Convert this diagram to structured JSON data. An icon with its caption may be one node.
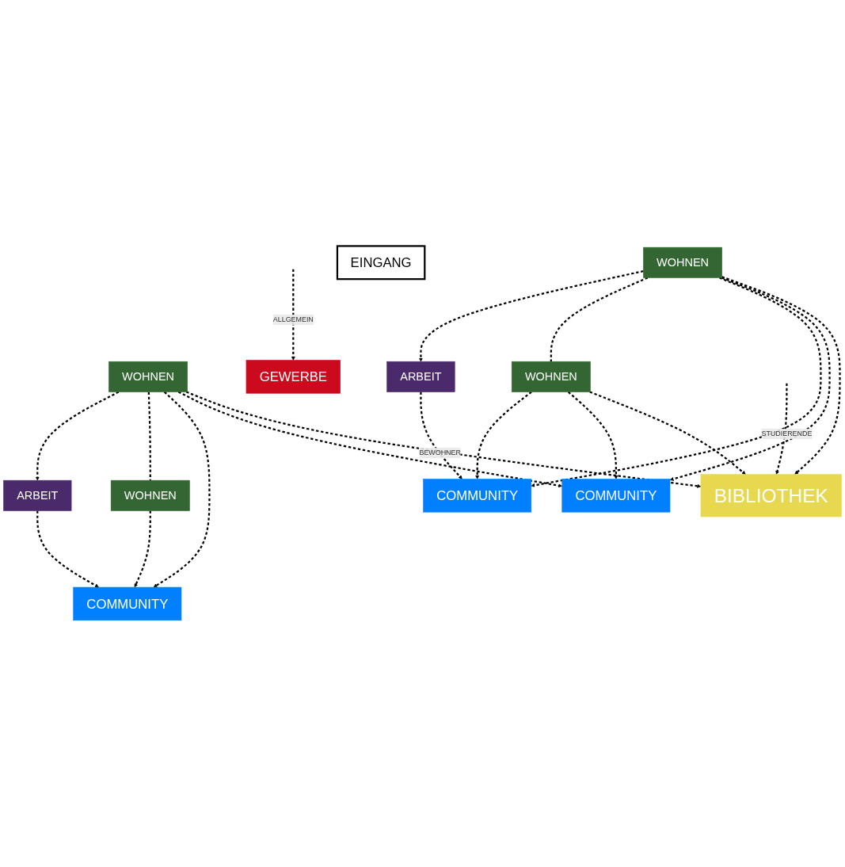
{
  "diagram": {
    "nodes": [
      {
        "text": [
          "WOHNEN"
        ]
      },
      {
        "text": [
          "ARBEIT"
        ]
      },
      {
        "text": [
          "WOHNEN"
        ]
      },
      {
        "text": [
          "COMMUNITY"
        ]
      },
      {
        "text": [
          "WOHNEN"
        ]
      },
      {
        "text": [
          "ARBEIT"
        ]
      },
      {
        "text": [
          "WOHNEN"
        ]
      },
      {
        "text": [
          "COMMUNITY"
        ]
      },
      {
        "text": [
          "COMMUNITY"
        ]
      },
      {
        "text": [
          "BIBLIOTHEK"
        ]
      },
      {
        "text": [
          "EINGANG"
        ]
      },
      {
        "text": [
          "GEWERBE"
        ]
      }
    ],
    "edges": [
      {
        "from": 0,
        "to": 1,
        "arrow": "to",
        "style": "dashed"
      },
      {
        "from": 0,
        "to": 2,
        "arrow": "none",
        "style": "dashed"
      },
      {
        "from": 0,
        "to": 3,
        "arrow": "to",
        "style": "dashed"
      },
      {
        "from": 1,
        "to": 3,
        "arrow": "to",
        "style": "dashed"
      },
      {
        "from": 2,
        "to": 3,
        "arrow": "to",
        "style": "dashed"
      },
      {
        "from": 4,
        "to": 5,
        "arrow": "to",
        "style": "dashed"
      },
      {
        "from": 4,
        "to": 6,
        "arrow": "none",
        "style": "dashed"
      },
      {
        "from": 4,
        "to": 7,
        "arrow": "to",
        "style": "dashed"
      },
      {
        "from": 5,
        "to": 7,
        "arrow": "to",
        "style": "dashed"
      },
      {
        "from": 6,
        "to": 7,
        "arrow": "to",
        "style": "dashed"
      },
      {
        "from": 0,
        "to": 8,
        "arrow": "to",
        "style": "dashed"
      },
      {
        "from": 0,
        "to": 9,
        "arrow": "to",
        "style": "dashed",
        "label": "BEWOHNER"
      },
      {
        "from": 4,
        "to": 8,
        "arrow": "to",
        "style": "dashed"
      },
      {
        "from": 4,
        "to": 9,
        "arrow": "to",
        "style": "dashed"
      },
      {
        "from": 6,
        "to": 8,
        "arrow": "to",
        "style": "dashed"
      },
      {
        "from": 6,
        "to": 9,
        "arrow": "to",
        "style": "dashed"
      },
      {
        "from": null,
        "to": 9,
        "arrow": "to",
        "style": "dashed",
        "label": "STUDIERENDE"
      },
      {
        "from": null,
        "to": 11,
        "arrow": "to",
        "style": "dashed",
        "label": "ALLGEMEIN"
      }
    ]
  }
}
